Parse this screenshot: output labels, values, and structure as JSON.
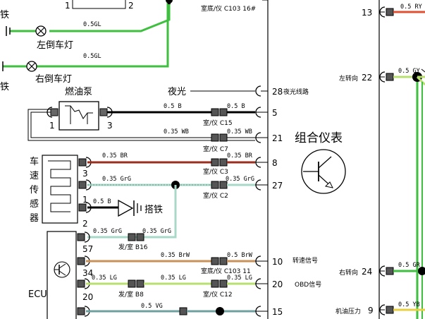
{
  "labels": {
    "top_left_box_num1": "1",
    "top_left_box_num2": "2",
    "ground_tie_top": "铁",
    "ground_tie_bottom": "铁",
    "left_reverse_lamp": "左倒车灯",
    "right_reverse_lamp": "右倒车灯",
    "fuel_pump": "燃油泵",
    "fuel_pump_pin1": "1",
    "fuel_pump_pin3": "3",
    "night_light": "夜光",
    "night_light_line": "夜光线路",
    "combination_meter": "组合仪表",
    "speed_sensor": [
      "车",
      "速",
      "传",
      "感",
      "器"
    ],
    "sensor_pin3": "3",
    "sensor_pin1": "1",
    "sensor_pin2": "2",
    "ground_connect": "搭铁",
    "ecu": "ECU",
    "ecu_pin57": "57",
    "ecu_pin34": "34",
    "ecu_pin20": "20",
    "rpm_signal": "转速信号",
    "obd_signal": "OBD信号",
    "left_turn": "左转向",
    "right_turn": "右转向",
    "oil_pressure": "机油压力"
  },
  "wires": {
    "top_conn_label": "室底/仪 C103 16#",
    "lamp_left_wire": "0.5GL",
    "lamp_right_wire": "0.5GL",
    "w5_left": "0.5 B",
    "w5_right": "0.5 B",
    "w5_conn": "室/仪 C15",
    "w21_left": "0.35 WB",
    "w21_right": "0.35 WB",
    "w21_conn": "室/仪 C7",
    "w8_left": "0.35 BR",
    "w8_right": "0.35 BR",
    "w8_conn": "室/仪 C3",
    "w27_left": "0.35 GrG",
    "w27_right": "0.35 GrG",
    "w27_conn": "室/仪 C2",
    "sensor1_wire": "0.5 B",
    "ecu57_left": "0.35 GrG",
    "ecu57_right": "0.35 GrG",
    "ecu57_conn": "发/室 B16",
    "w10_left": "0.35 BrW",
    "w10_right": "0.5 BrW",
    "w10_conn": "室底/仪 C103 11",
    "w20_left": "0.35 LG",
    "w20_mid": "0.35 LG",
    "w20_right": "0.35 LG",
    "w20_conn_left": "发/室 B8",
    "w20_conn_right": "室/仪 C12",
    "w15_wire": "0.5 VG",
    "r13_wire": "0.5 RY",
    "r22_wire": "0.5 GY",
    "r24_wire": "0.5 GR",
    "r9_wire": "0.5 YB"
  },
  "pins": {
    "p28": "28",
    "p5": "5",
    "p21": "21",
    "p8": "8",
    "p27": "27",
    "p10": "10",
    "p20": "20",
    "p15": "15",
    "r13": "13",
    "r22": "22",
    "r24": "24",
    "r9": "9"
  },
  "colors": {
    "green": "#3fbf3f",
    "black": "#000000",
    "red_brown": "#9b2d1f",
    "green_grey": "#a8d8c8",
    "brown_white": "#c9925a",
    "light_green": "#b8e070",
    "violet_green": "#6fa0a0",
    "red_yellow": "#e05030",
    "yellow_black": "#e8d040"
  }
}
